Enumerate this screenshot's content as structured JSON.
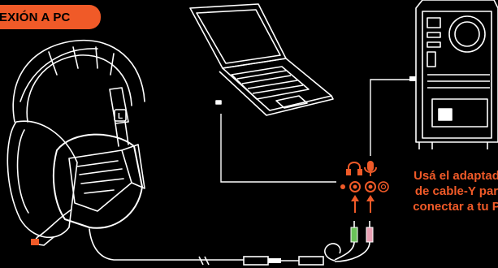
{
  "badge": {
    "label": "EXIÓN A PC"
  },
  "caption": {
    "line1": "Usá el adaptad",
    "line2": "de cable-Y par",
    "line3": "conectar a tu P"
  },
  "headset_label": "L",
  "colors": {
    "accent": "#f05a28",
    "line": "#ffffff",
    "background": "#000000",
    "jack_green": "#6ac259",
    "jack_pink": "#e8a0b4"
  },
  "icons": [
    "headphones-icon",
    "microphone-icon",
    "arrow-up-icon"
  ]
}
